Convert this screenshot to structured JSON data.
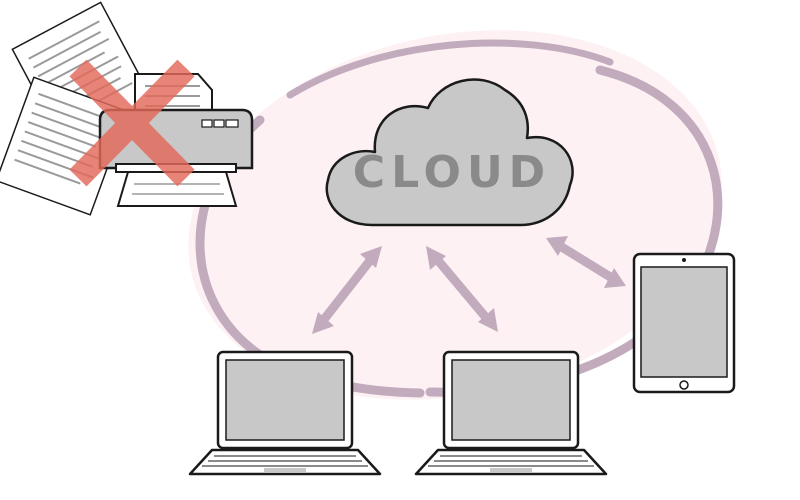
{
  "cloud": {
    "label": "CLOUD"
  },
  "colors": {
    "ring": "#c3abbe",
    "ring_fill": "#fdf1f4",
    "arrow": "#c3abbe",
    "device_fill": "#c8c8c8",
    "outline": "#1a1a1a",
    "cross": "#e36a5a"
  },
  "devices": [
    {
      "name": "laptop",
      "icon": "laptop-icon"
    },
    {
      "name": "laptop",
      "icon": "laptop-icon"
    },
    {
      "name": "tablet",
      "icon": "tablet-icon"
    },
    {
      "name": "printer",
      "icon": "printer-icon",
      "crossed_out": true
    }
  ]
}
